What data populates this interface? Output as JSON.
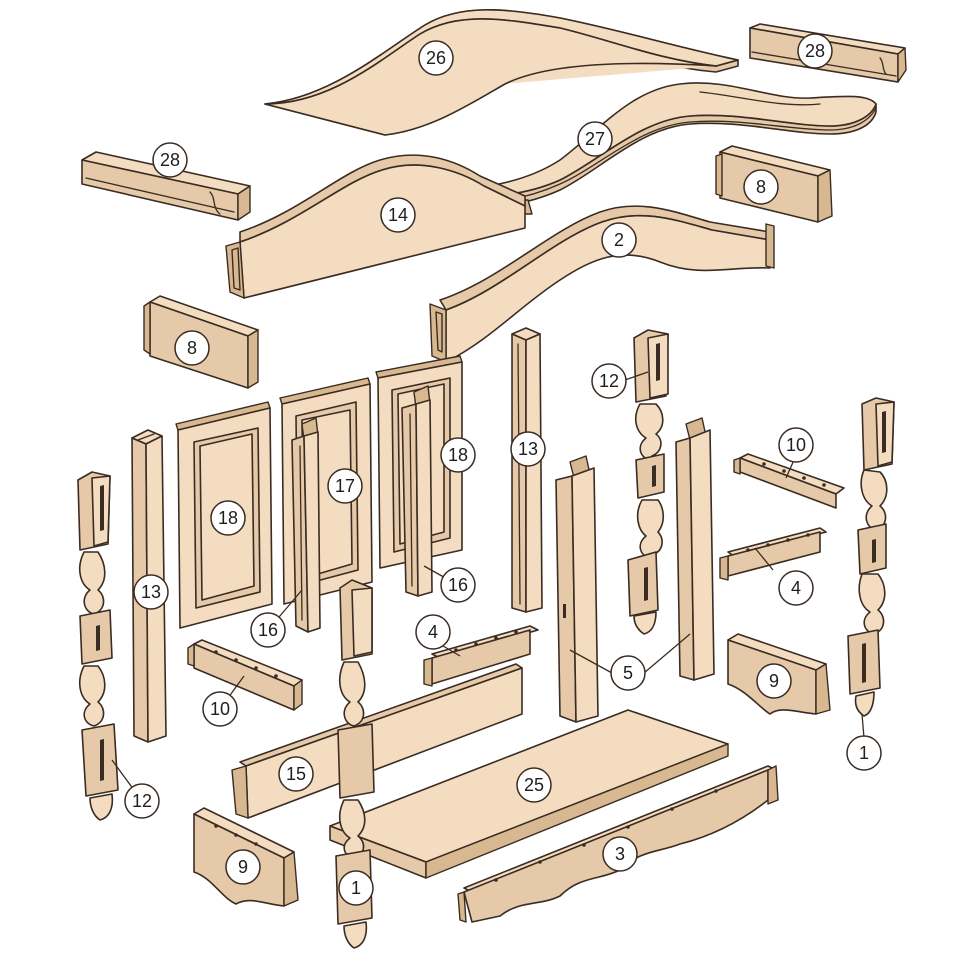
{
  "palette": {
    "wood_light": "#f3dcc0",
    "wood_mid": "#e5c9a8",
    "wood_dark": "#d7b890",
    "line": "#3a2c22"
  },
  "callouts": [
    {
      "id": "c26a",
      "label": "26"
    },
    {
      "id": "c28a",
      "label": "28"
    },
    {
      "id": "c27",
      "label": "27"
    },
    {
      "id": "c28b",
      "label": "28"
    },
    {
      "id": "c14",
      "label": "14"
    },
    {
      "id": "c8a",
      "label": "8"
    },
    {
      "id": "c2",
      "label": "2"
    },
    {
      "id": "c8b",
      "label": "8"
    },
    {
      "id": "c12a",
      "label": "12"
    },
    {
      "id": "c18a",
      "label": "18"
    },
    {
      "id": "c17",
      "label": "17"
    },
    {
      "id": "c18b",
      "label": "18"
    },
    {
      "id": "c13a",
      "label": "13"
    },
    {
      "id": "c10a",
      "label": "10"
    },
    {
      "id": "c13b",
      "label": "13"
    },
    {
      "id": "c4a",
      "label": "4"
    },
    {
      "id": "c16a",
      "label": "16"
    },
    {
      "id": "c16b",
      "label": "16"
    },
    {
      "id": "c4b",
      "label": "4"
    },
    {
      "id": "c5",
      "label": "5"
    },
    {
      "id": "c9a",
      "label": "9"
    },
    {
      "id": "c10b",
      "label": "10"
    },
    {
      "id": "c1a",
      "label": "1"
    },
    {
      "id": "c12b",
      "label": "12"
    },
    {
      "id": "c15",
      "label": "15"
    },
    {
      "id": "c25",
      "label": "25"
    },
    {
      "id": "c9b",
      "label": "9"
    },
    {
      "id": "c1b",
      "label": "1"
    },
    {
      "id": "c3",
      "label": "3"
    }
  ]
}
